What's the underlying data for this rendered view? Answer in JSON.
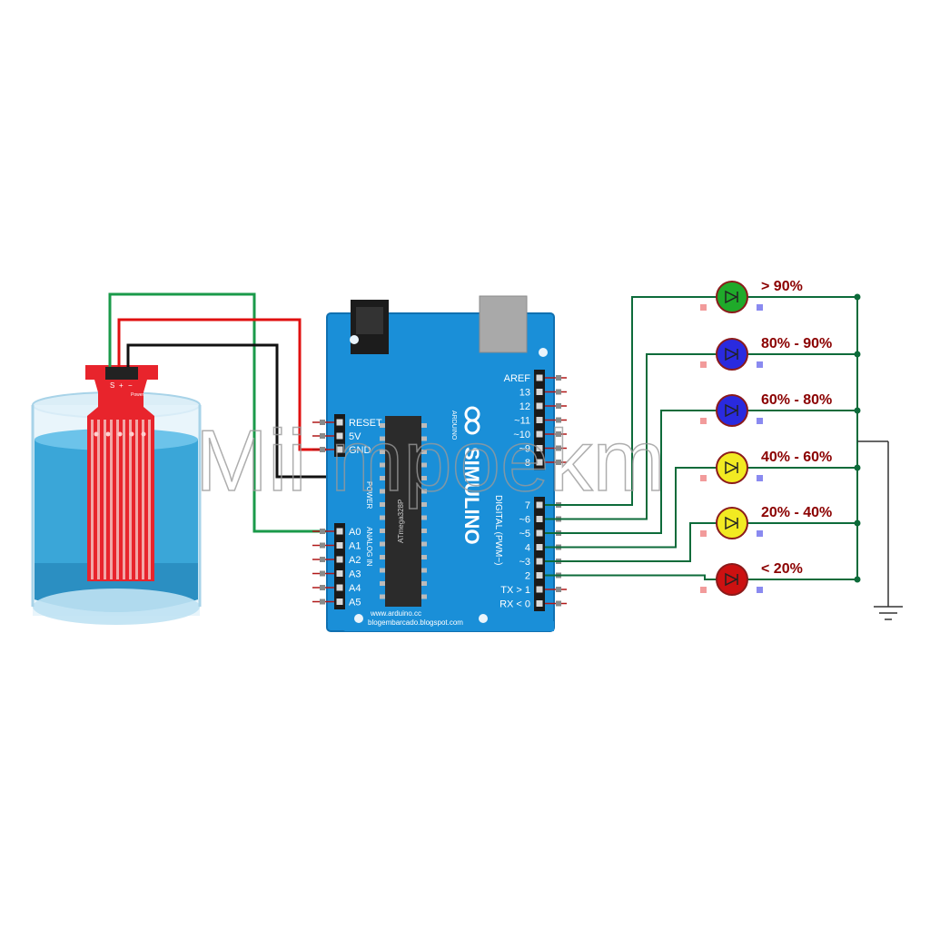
{
  "watermark": "Mii mpoekm",
  "sensor": {
    "pins": [
      "S",
      "+",
      "−"
    ],
    "tag": "Power"
  },
  "board": {
    "name": "SIMULINO",
    "subname": "ARDUINO",
    "chip": "ATmega328P",
    "power_section": "POWER",
    "analog_section": "ANALOG IN",
    "digital_section": "DIGITAL (PWM~)",
    "url1": "www.arduino.cc",
    "url2": "blogembarcado.blogspot.com",
    "power_pins": [
      "RESET",
      "5V",
      "GND"
    ],
    "analog_pins": [
      "A0",
      "A1",
      "A2",
      "A3",
      "A4",
      "A5"
    ],
    "digital_top": [
      "AREF",
      "13",
      "12",
      "~11",
      "~10",
      "~9",
      "8"
    ],
    "digital_bottom": [
      "7",
      "~6",
      "~5",
      "4",
      "~3",
      "2",
      "TX > 1",
      "RX < 0"
    ]
  },
  "leds": [
    {
      "label": "> 90%",
      "color": "#1faa2a"
    },
    {
      "label": "80% - 90%",
      "color": "#2a2adf"
    },
    {
      "label": "60% - 80%",
      "color": "#2a2adf"
    },
    {
      "label": "40% - 60%",
      "color": "#f2ea22"
    },
    {
      "label": "20% - 40%",
      "color": "#f2ea22"
    },
    {
      "label": "< 20%",
      "color": "#cc1111"
    }
  ],
  "wire_colors": {
    "signal": "#1a9a4a",
    "power": "#e01010",
    "ground": "#111111",
    "led": "#0d6b3a"
  }
}
